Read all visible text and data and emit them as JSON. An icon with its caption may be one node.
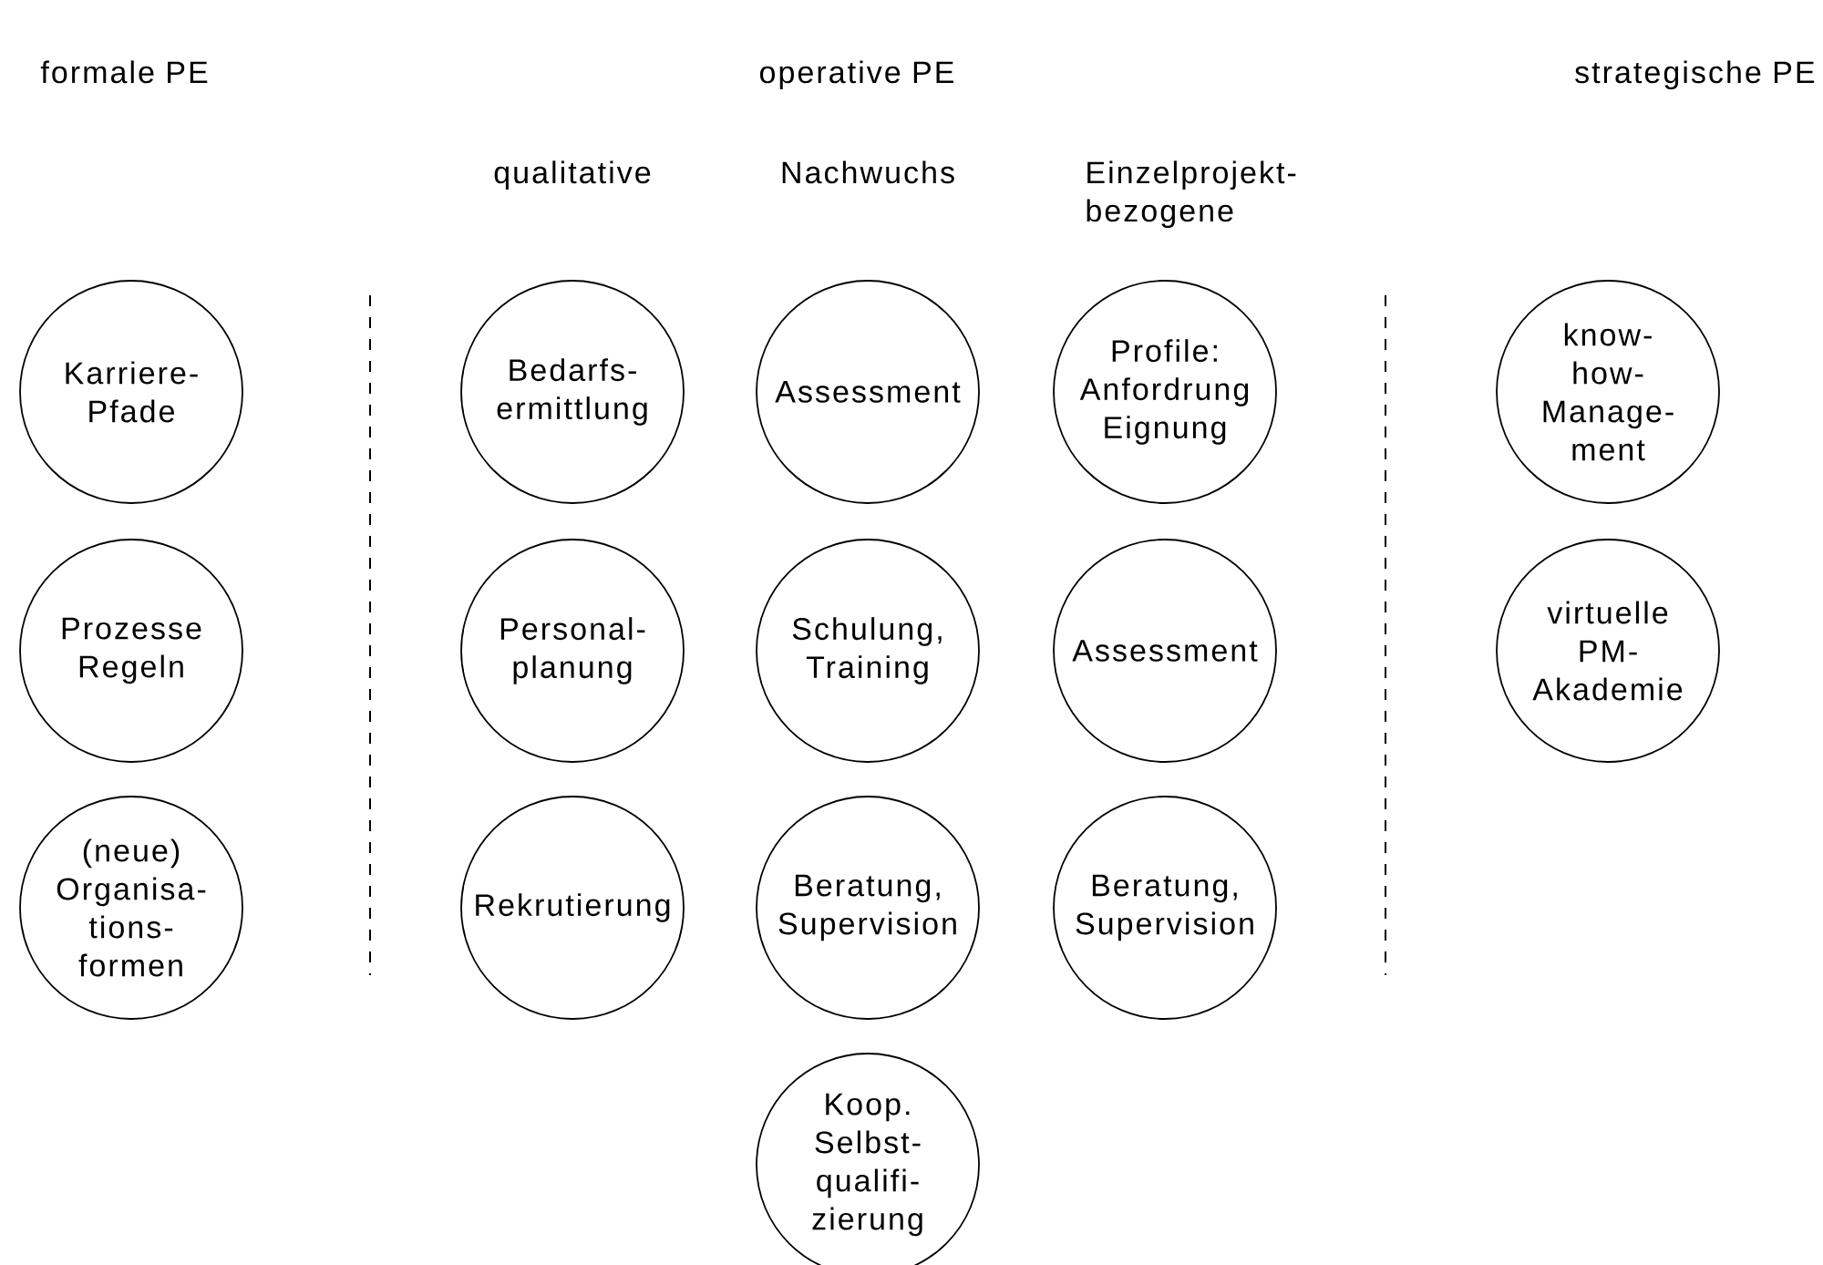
{
  "diagram": {
    "nodes": [
      {
        "text": [
          "Karriere- Pfade"
        ]
      },
      {
        "text": [
          "Prozesse Regeln"
        ]
      },
      {
        "text": [
          "(neue) Organisa- tions- formen"
        ]
      },
      {
        "text": [
          "Bedarfs- ermittlung"
        ]
      },
      {
        "text": [
          "Personal- planung"
        ]
      },
      {
        "text": [
          "Rekrutierung"
        ]
      },
      {
        "text": [
          "Assessment"
        ]
      },
      {
        "text": [
          "Schulung, Training"
        ]
      },
      {
        "text": [
          "Beratung, Supervision"
        ]
      },
      {
        "text": [
          "Koop. Selbst- qualifi- zierung"
        ]
      },
      {
        "text": [
          "Profile: Anfordrung Eignung"
        ]
      },
      {
        "text": [
          "Assessment"
        ]
      },
      {
        "text": [
          "Beratung, Supervision"
        ]
      },
      {
        "text": [
          "know- how- Manage- ment"
        ]
      },
      {
        "text": [
          "virtuelle PM- Akademie"
        ]
      }
    ],
    "labels": [
      "formale PE",
      "operative PE",
      "strategische PE",
      "qualitative",
      "Nachwuchs",
      "Einzelprojekt- bezogene"
    ]
  }
}
